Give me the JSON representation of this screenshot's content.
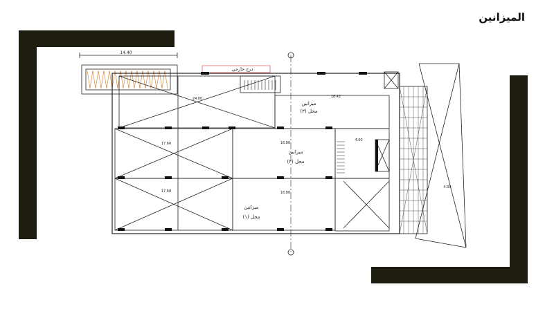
{
  "slide": {
    "title": "الميزانين",
    "accent_color": "#1f1c10"
  },
  "plan": {
    "overall_dimension": "14.40",
    "stair_label": "درج خارجي",
    "units": [
      {
        "name": "ميزانين",
        "shop": "محل (٣)"
      },
      {
        "name": "ميزانين",
        "shop": "محل (٢)"
      },
      {
        "name": "ميزانين",
        "shop": "محل (١)"
      }
    ],
    "dimensions": [
      "24.00",
      "18.42",
      "17.60",
      "16.86",
      "17.60",
      "16.86",
      "4.00",
      "4.00"
    ]
  }
}
